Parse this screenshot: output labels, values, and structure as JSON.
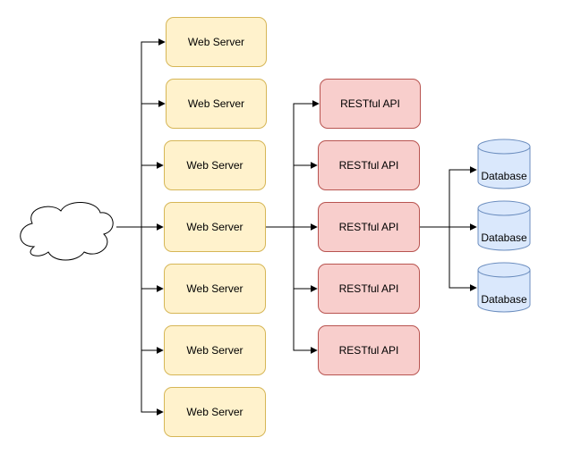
{
  "colors": {
    "web_fill": "#fff2cc",
    "web_stroke": "#d6b656",
    "api_fill": "#f8cecc",
    "api_stroke": "#b85450",
    "db_fill": "#dae8fc",
    "db_stroke": "#6c8ebf",
    "edge": "#000000"
  },
  "web_servers": [
    {
      "label": "Web Server"
    },
    {
      "label": "Web Server"
    },
    {
      "label": "Web Server"
    },
    {
      "label": "Web Server"
    },
    {
      "label": "Web Server"
    },
    {
      "label": "Web Server"
    },
    {
      "label": "Web Server"
    }
  ],
  "apis": [
    {
      "label": "RESTful API"
    },
    {
      "label": "RESTful API"
    },
    {
      "label": "RESTful API"
    },
    {
      "label": "RESTful API"
    },
    {
      "label": "RESTful API"
    }
  ],
  "databases": [
    {
      "label": "Database"
    },
    {
      "label": "Database"
    },
    {
      "label": "Database"
    }
  ]
}
